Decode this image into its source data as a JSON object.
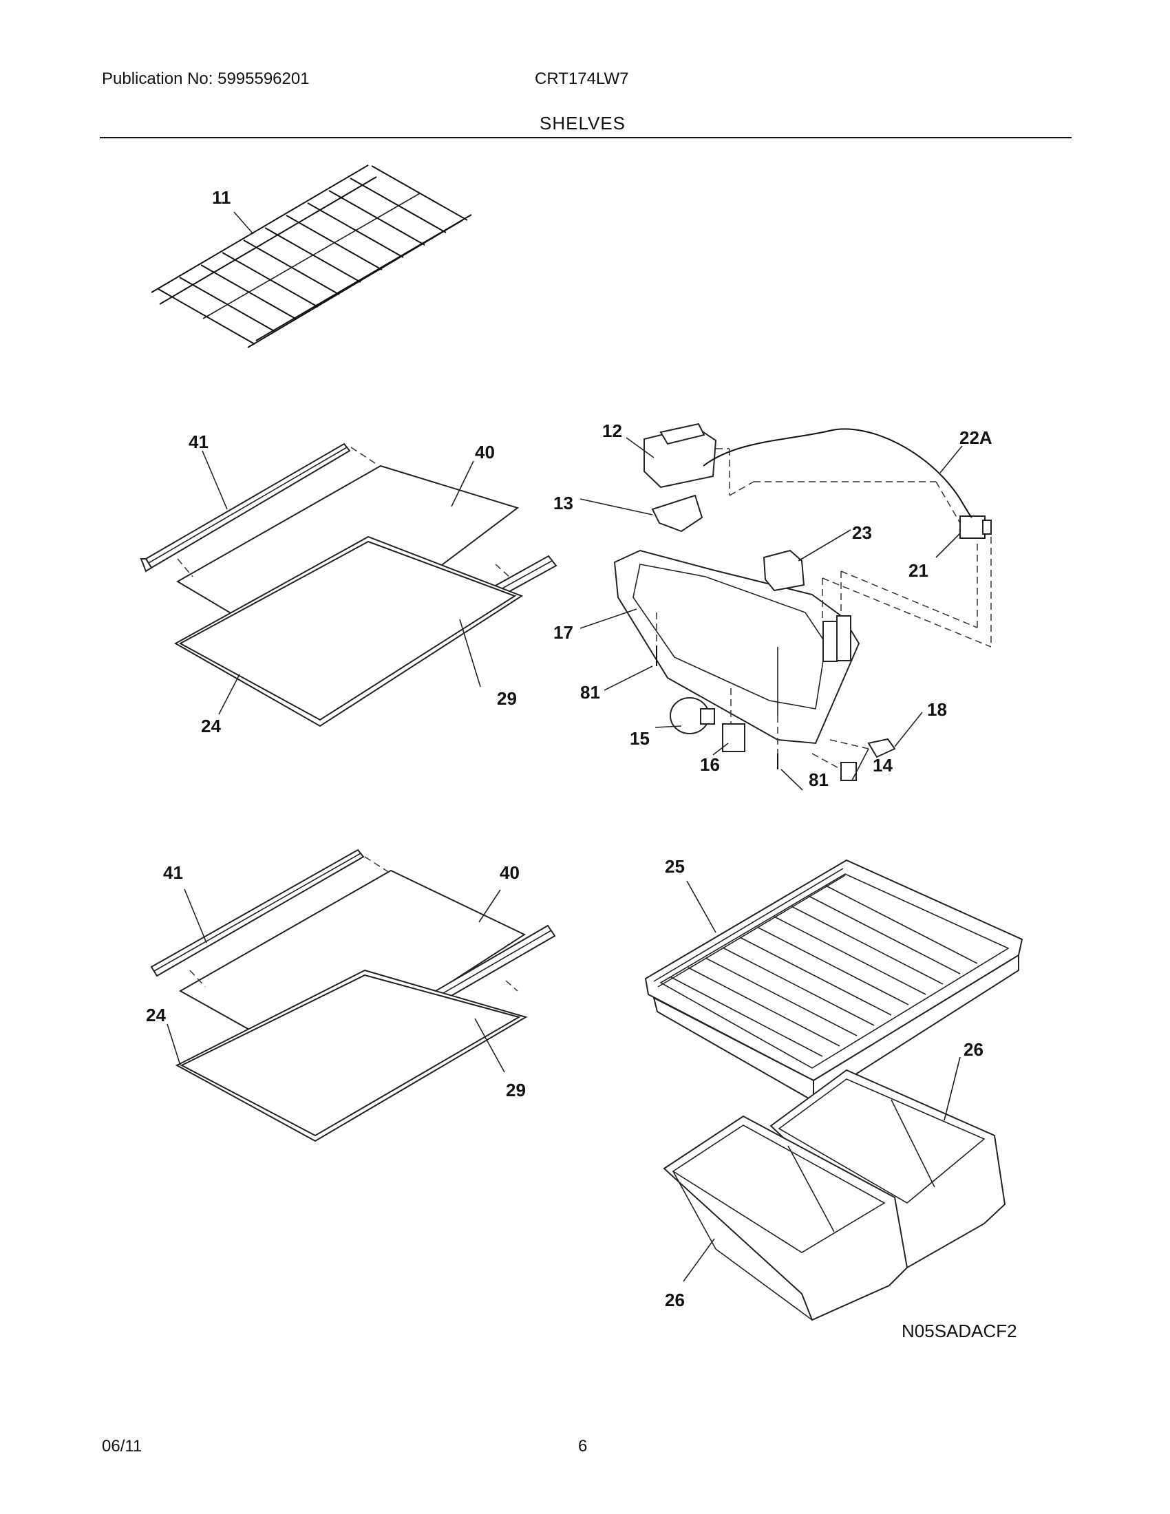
{
  "header": {
    "publication": "Publication No: 5995596201",
    "model": "CRT174LW7",
    "section": "SHELVES"
  },
  "callouts": {
    "c11": "11",
    "c41a": "41",
    "c40a": "40",
    "c29a": "29",
    "c24a": "24",
    "c12": "12",
    "c13": "13",
    "c17": "17",
    "c81a": "81",
    "c15": "15",
    "c16": "16",
    "c81b": "81",
    "c14": "14",
    "c18": "18",
    "c23": "23",
    "c21": "21",
    "c22a": "22A",
    "c41b": "41",
    "c40b": "40",
    "c24b": "24",
    "c29b": "29",
    "c25": "25",
    "c26a": "26",
    "c26b": "26"
  },
  "diagram_code": "N05SADACF2",
  "footer": {
    "date": "06/11",
    "page": "6"
  }
}
